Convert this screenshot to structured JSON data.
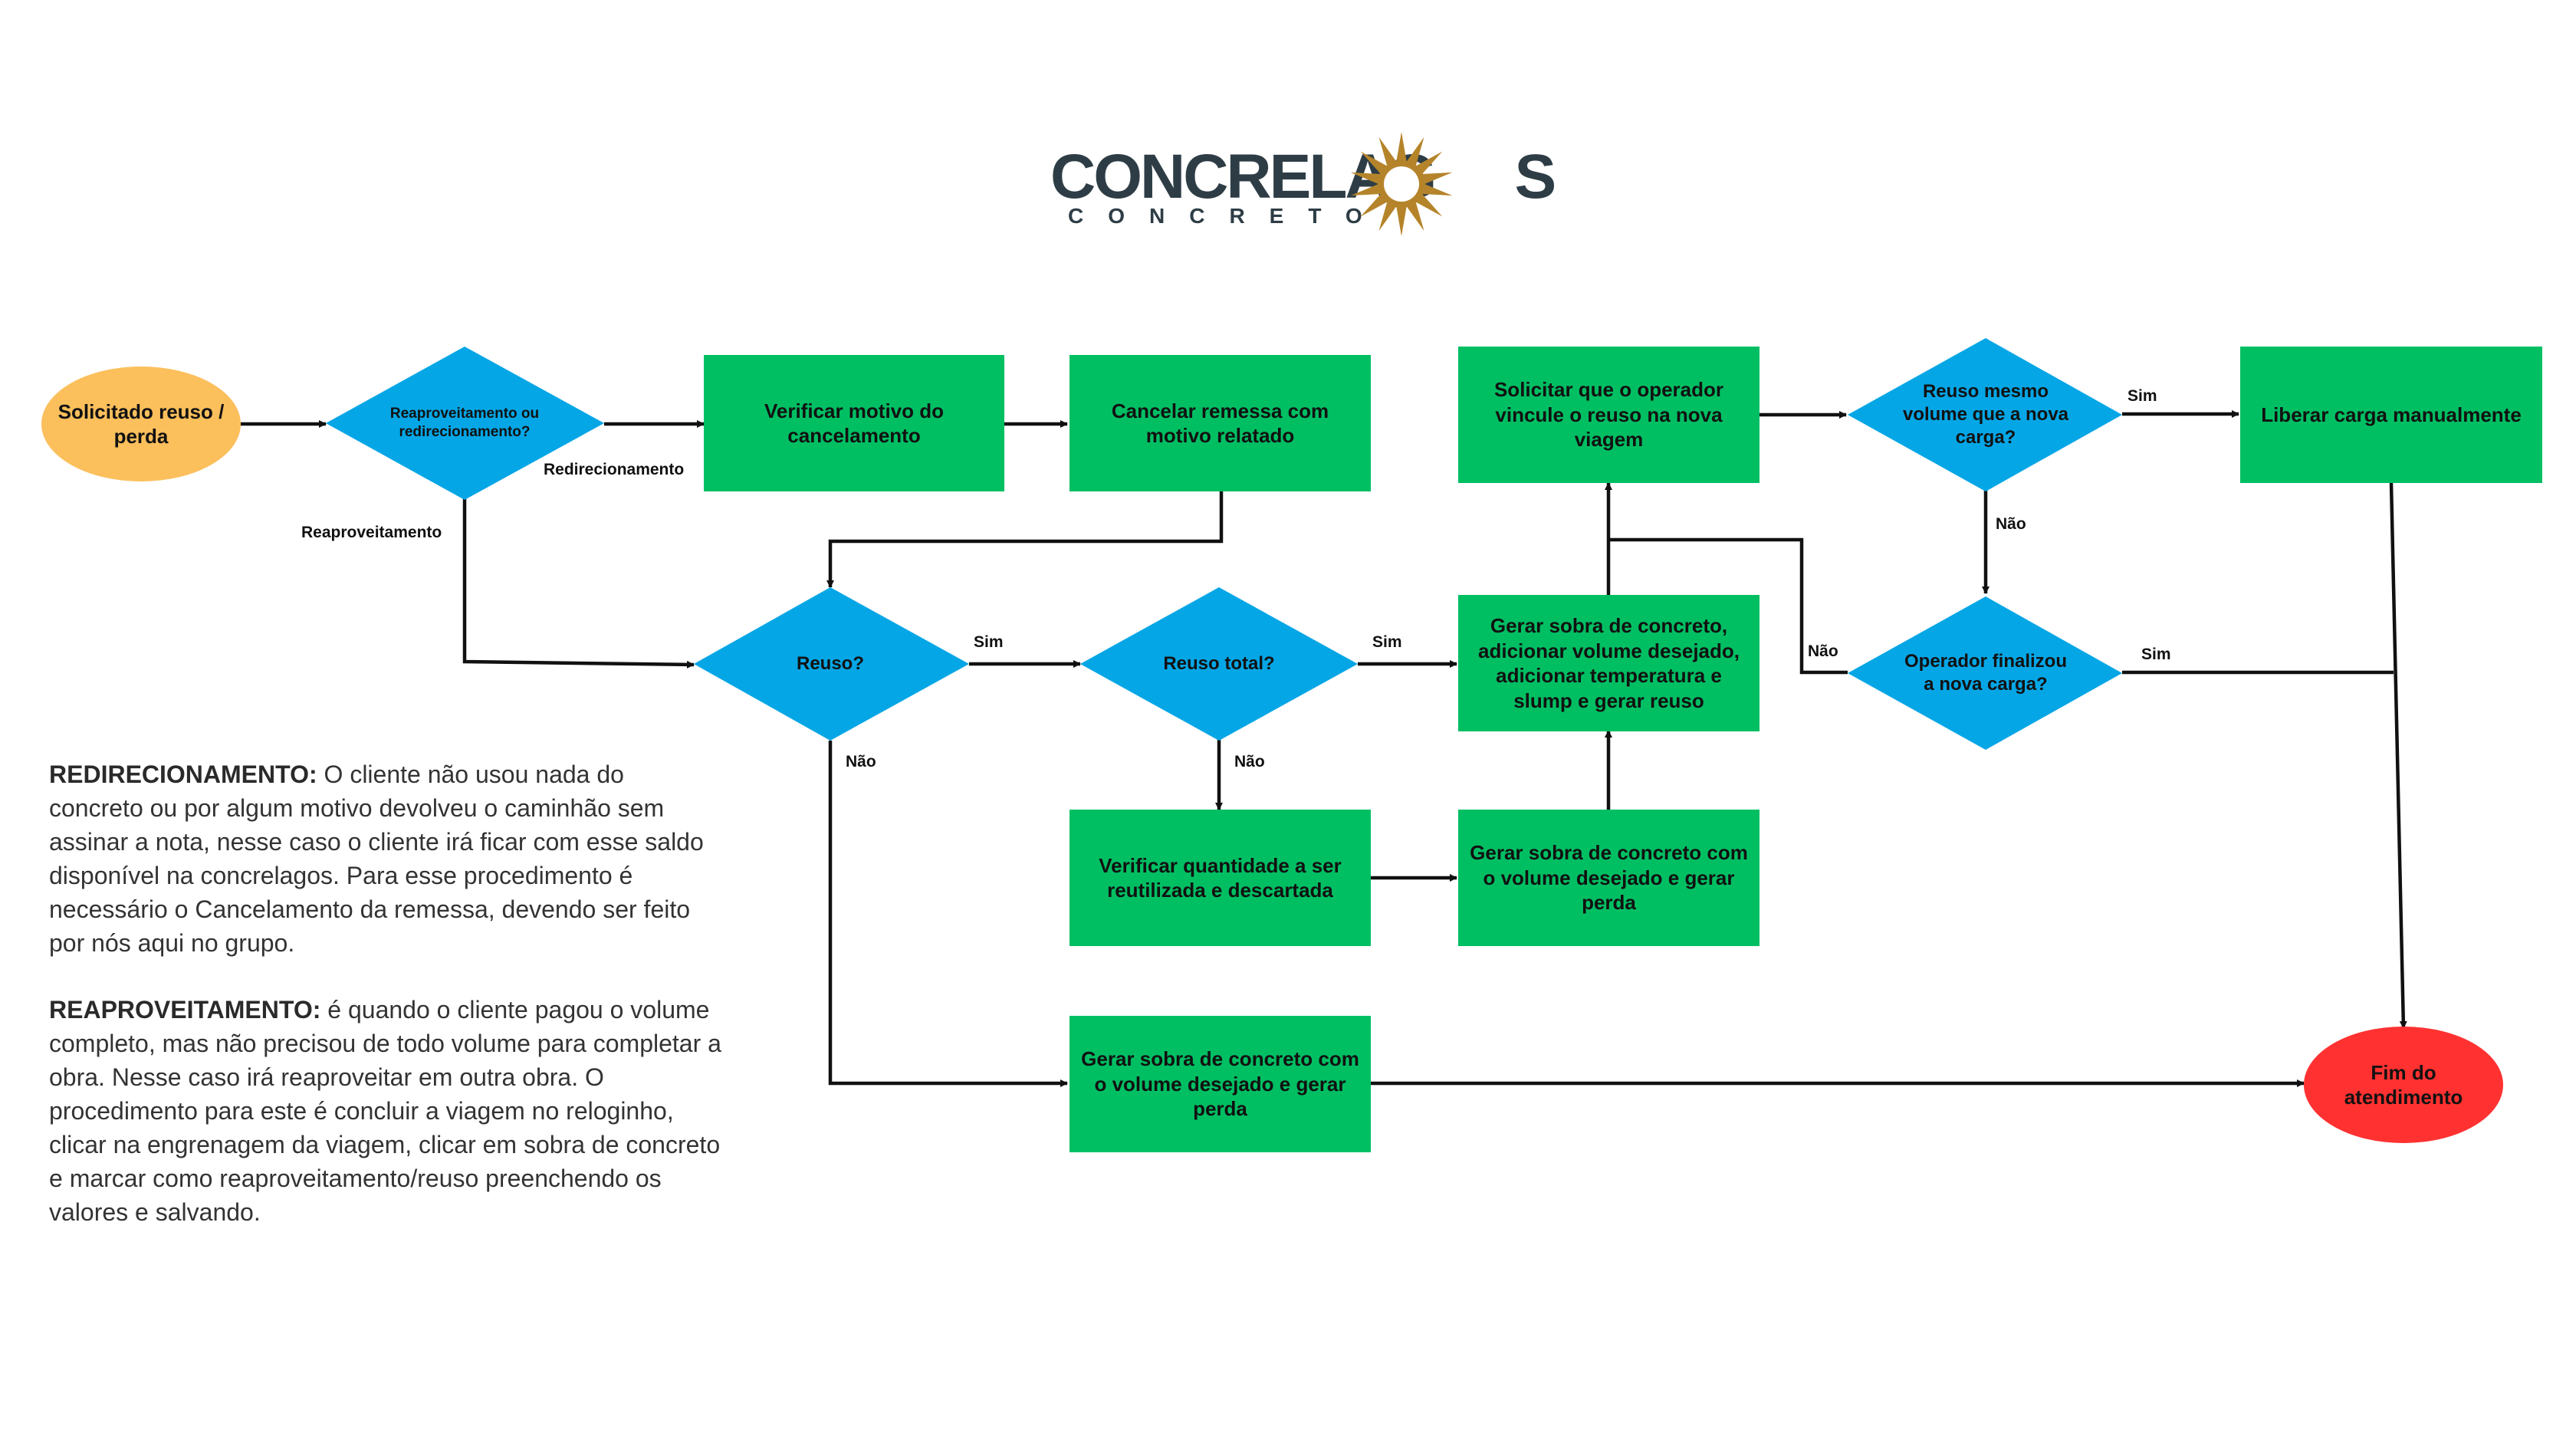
{
  "logo": {
    "word": "CONCRELAG",
    "word_tail": "S",
    "sub": "CONCRETO",
    "brand_color": "#2e3d45",
    "sun_color": "#b5842a",
    "sun_inner_color": "#ffffff"
  },
  "colors": {
    "start": "#fbbf5c",
    "process": "#00bf63",
    "decision": "#05a6e6",
    "end": "#ff3131",
    "line": "#111111"
  },
  "nodes": {
    "start": "Solicitado reuso / perda",
    "d_reaproveitamento": "Reaproveitamento ou redirecionamento?",
    "p_verificar_motivo": "Verificar motivo do cancelamento",
    "p_cancelar_remessa": "Cancelar remessa com motivo relatado",
    "d_reuso": "Reuso?",
    "d_reuso_total": "Reuso total?",
    "p_gerar_reuso": "Gerar sobra de concreto, adicionar volume desejado, adicionar temperatura e slump e gerar reuso",
    "p_verificar_quantidade": "Verificar quantidade a ser reutilizada e descartada",
    "p_gerar_perda_1": "Gerar sobra de concreto com o volume desejado e gerar perda",
    "p_gerar_perda_2": "Gerar sobra de concreto com o volume desejado e gerar perda",
    "p_solicitar_operador": "Solicitar que o operador vincule o reuso na nova viagem",
    "d_mesmo_volume": "Reuso mesmo volume que a nova carga?",
    "p_liberar_carga": "Liberar carga manualmente",
    "d_operador_finalizou": "Operador finalizou a nova carga?",
    "end": "Fim do atendimento"
  },
  "edge_labels": {
    "redirecionamento": "Redirecionamento",
    "reaproveitamento": "Reaproveitamento",
    "reuso_sim": "Sim",
    "reuso_nao": "Não",
    "total_sim": "Sim",
    "total_nao": "Não",
    "mesmo_sim": "Sim",
    "mesmo_nao": "Não",
    "finalizou_nao": "Não",
    "finalizou_sim": "Sim"
  },
  "notes": {
    "redirecionamento_title": "REDIRECIONAMENTO:",
    "redirecionamento_text": " O cliente não usou nada do concreto ou por algum motivo devolveu o caminhão sem assinar a nota, nesse caso o cliente irá ficar com esse saldo disponível na concrelagos. Para esse procedimento é necessário o Cancelamento da remessa, devendo ser feito por nós aqui no grupo.",
    "reaproveitamento_title": "REAPROVEITAMENTO:",
    "reaproveitamento_text": " é quando o cliente pagou o volume completo, mas não precisou de todo volume para completar a obra. Nesse caso irá reaproveitar em outra obra. O procedimento para este é concluir a viagem no reloginho, clicar na engrenagem da viagem, clicar em sobra de concreto e marcar como reaproveitamento/reuso preenchendo os valores e salvando."
  }
}
